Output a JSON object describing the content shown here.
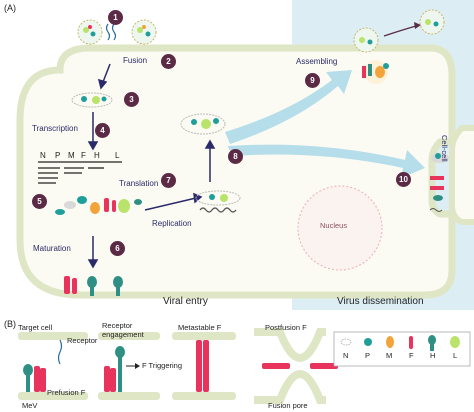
{
  "panel_a_label": "(A)",
  "panel_b_label": "(B)",
  "steps": {
    "s1": "1",
    "s2": "2",
    "s3": "3",
    "s4": "4",
    "s5": "5",
    "s6": "6",
    "s7": "7",
    "s8": "8",
    "s9": "9",
    "s10": "10"
  },
  "labels": {
    "fusion": "Fusion",
    "transcription": "Transcription",
    "translation": "Translation",
    "replication": "Replication",
    "maturation": "Maturation",
    "assembling": "Assembling",
    "nucleus": "Nucleus",
    "cell_cell": "Cell-cell",
    "viral_entry": "Viral entry",
    "virus_dissemination": "Virus dissemination"
  },
  "genes": [
    "N",
    "P",
    "M",
    "F",
    "H",
    "L"
  ],
  "panel_b": {
    "target_cell": "Target cell",
    "receptor": "Receptor",
    "prefusion_f": "Prefusion F",
    "mev": "MeV",
    "receptor_engagement_1": "Receptor",
    "receptor_engagement_2": "engagement",
    "f_triggering": "F Triggering",
    "metastable_f": "Metastable F",
    "postfusion_f": "Postfusion F",
    "fusion_pore": "Fusion pore"
  },
  "legend": [
    "N",
    "P",
    "M",
    "F",
    "H",
    "L"
  ],
  "colors": {
    "cell_fill": "#fbfbf3",
    "cell_border": "#dfe6c6",
    "dissemination_bg": "#dceef4",
    "step_circle": "#5b2a45",
    "arrow": "#2a2a6a",
    "big_arrow": "#a9d8e8",
    "n_protein": "#d9d9d9",
    "p_protein": "#1f9e9a",
    "m_protein": "#f2a33a",
    "f_protein": "#e8345c",
    "h_protein": "#2f8f84",
    "l_protein": "#b9e36a"
  }
}
